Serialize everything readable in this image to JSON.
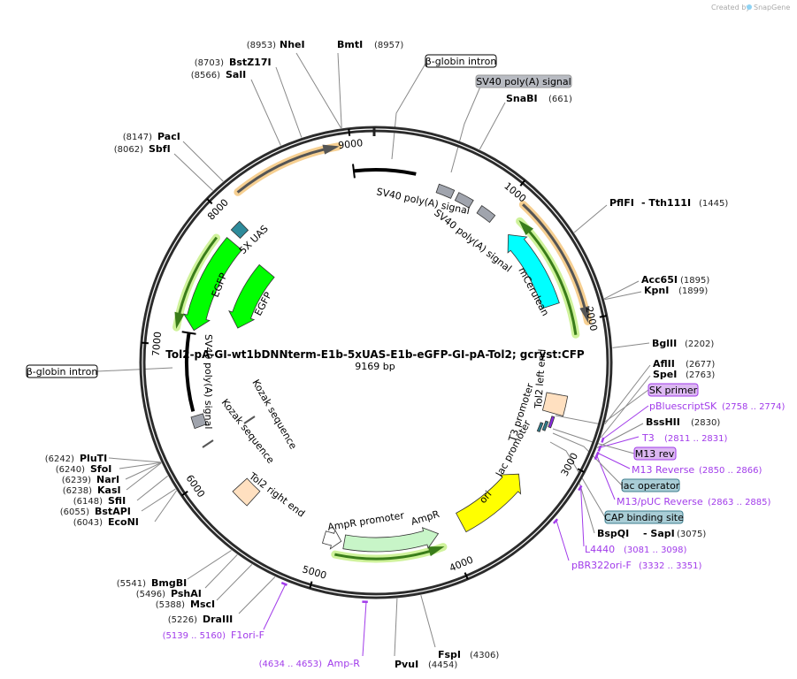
{
  "credit": {
    "text": "Created by",
    "brand": "SnapGene"
  },
  "map": {
    "title": "Tol2-pA-GI-wt1bDNNterm-E1b-5xUAS-E1b-eGFP-GI-pA-Tol2; gcryst:CFP",
    "length": "9169 bp",
    "ticks": [
      "1000",
      "2000",
      "3000",
      "4000",
      "5000",
      "6000",
      "7000",
      "8000",
      "9000"
    ]
  },
  "enzymes": [
    {
      "name": "NheI",
      "pos": "(8953)"
    },
    {
      "name": "BmtI",
      "pos": "(8957)"
    },
    {
      "name": "BstZ17I",
      "pos": "(8703)"
    },
    {
      "name": "SalI",
      "pos": "(8566)"
    },
    {
      "name": "PacI",
      "pos": "(8147)"
    },
    {
      "name": "SbfI",
      "pos": "(8062)"
    },
    {
      "name": "SnaBI",
      "pos": "(661)"
    },
    {
      "name": "PflFI",
      "pos": "(1445)",
      "alt": "- Tth111I"
    },
    {
      "name": "Acc65I",
      "pos": "(1895)"
    },
    {
      "name": "KpnI",
      "pos": "(1899)"
    },
    {
      "name": "BglII",
      "pos": "(2202)"
    },
    {
      "name": "AflII",
      "pos": "(2677)"
    },
    {
      "name": "SpeI",
      "pos": "(2763)"
    },
    {
      "name": "BssHII",
      "pos": "(2830)"
    },
    {
      "name": "BspQI",
      "pos": "(3075)",
      "alt": "- SapI"
    },
    {
      "name": "FspI",
      "pos": "(4306)"
    },
    {
      "name": "PvuI",
      "pos": "(4454)"
    },
    {
      "name": "DraIII",
      "pos": "(5226)"
    },
    {
      "name": "MscI",
      "pos": "(5388)"
    },
    {
      "name": "PshAI",
      "pos": "(5496)"
    },
    {
      "name": "BmgBI",
      "pos": "(5541)"
    },
    {
      "name": "PluTI",
      "pos": "(6242)"
    },
    {
      "name": "SfoI",
      "pos": "(6240)"
    },
    {
      "name": "NarI",
      "pos": "(6239)"
    },
    {
      "name": "KasI",
      "pos": "(6238)"
    },
    {
      "name": "SfiI",
      "pos": "(6148)"
    },
    {
      "name": "BstAPI",
      "pos": "(6055)"
    },
    {
      "name": "EcoNI",
      "pos": "(6043)"
    }
  ],
  "primers": [
    {
      "name": "pBluescriptSK",
      "range": "(2758 .. 2774)"
    },
    {
      "name": "T3",
      "range": "(2811 .. 2831)"
    },
    {
      "name": "M13 Reverse",
      "range": "(2850 .. 2866)"
    },
    {
      "name": "M13/pUC Reverse",
      "range": "(2863 .. 2885)"
    },
    {
      "name": "L4440",
      "range": "(3081 .. 3098)"
    },
    {
      "name": "pBR322ori-F",
      "range": "(3332 .. 3351)"
    },
    {
      "name": "F1ori-F",
      "range": "(5139 .. 5160)"
    },
    {
      "name": "Amp-R",
      "range": "(4634 .. 4653)"
    }
  ],
  "feature_boxes": {
    "bglobin_top": "β-globin intron",
    "sv40_top": "SV40 poly(A) signal",
    "bglobin_left": "β-globin intron",
    "sk_primer": "SK primer",
    "m13_rev": "M13 rev",
    "lac_operator": "lac operator",
    "cap_site": "CAP binding site"
  },
  "feature_labels": {
    "sv40_a": "SV40 poly(A) signal",
    "sv40_b": "SV40 poly(A) signal",
    "mcerulean": "mCerulean",
    "egfp_a": "EGFP",
    "egfp_b": "EGFP",
    "uas": "5X UAS",
    "sv40_left": "SV40 poly(A) signal",
    "kozak_a": "Kozak sequence",
    "kozak_b": "Kozak sequence",
    "tol2_right": "Tol2 right end",
    "ampr_promoter": "AmpR promoter",
    "ampr": "AmpR",
    "ori": "ori",
    "lac_promoter": "lac promoter",
    "t3_promoter": "T3 promoter",
    "tol2_left": "Tol2 left end"
  },
  "colors": {
    "backbone": "#2b2b2b",
    "primer": "#a13bea",
    "mcerulean": "#00ffff",
    "egfp": "#00ff00",
    "ori": "#ffff00",
    "ampr": "#c8f5c8",
    "tol2": "#ffe0c0",
    "uas": "#2e8b9b",
    "polyA_box": "#a0a4ad",
    "orange_feature": "#f5c77e",
    "green_feature": "#c7f08a"
  }
}
